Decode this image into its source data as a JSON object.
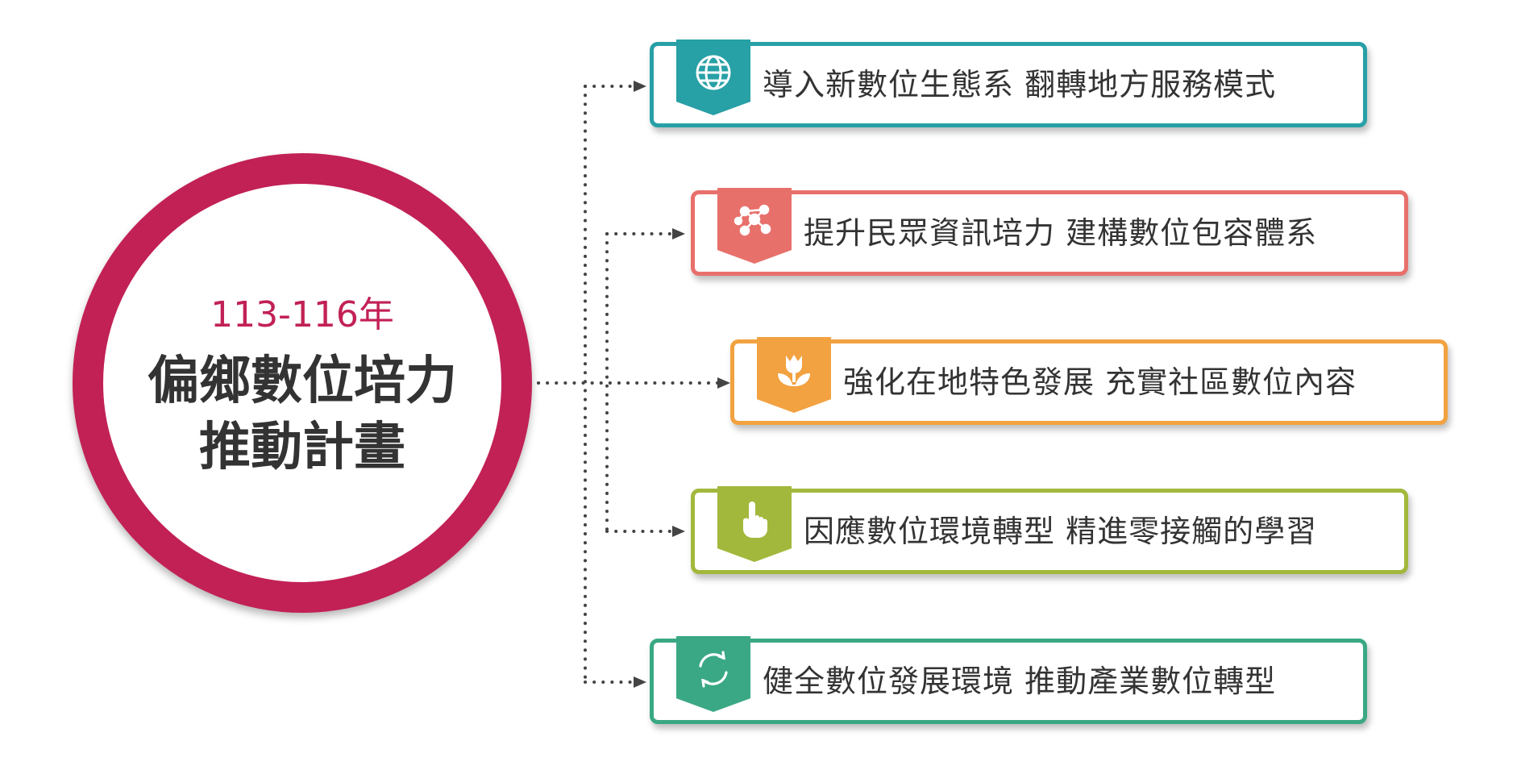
{
  "hub": {
    "years": "113-116年",
    "title_line1": "偏鄉數位培力",
    "title_line2": "推動計畫",
    "color": "#c22155"
  },
  "items": [
    {
      "label": "導入新數位生態系 翻轉地方服務模式",
      "icon": "globe-icon",
      "color": "#27a0a6"
    },
    {
      "label": "提升民眾資訊培力 建構數位包容體系",
      "icon": "people-network-icon",
      "color": "#e8706b"
    },
    {
      "label": "強化在地特色發展 充實社區數位內容",
      "icon": "tulip-icon",
      "color": "#f2a240"
    },
    {
      "label": "因應數位環境轉型 精進零接觸的學習",
      "icon": "pointing-hand-icon",
      "color": "#a2b83c"
    },
    {
      "label": "健全數位發展環境 推動產業數位轉型",
      "icon": "refresh-cycle-icon",
      "color": "#3aa884"
    }
  ]
}
